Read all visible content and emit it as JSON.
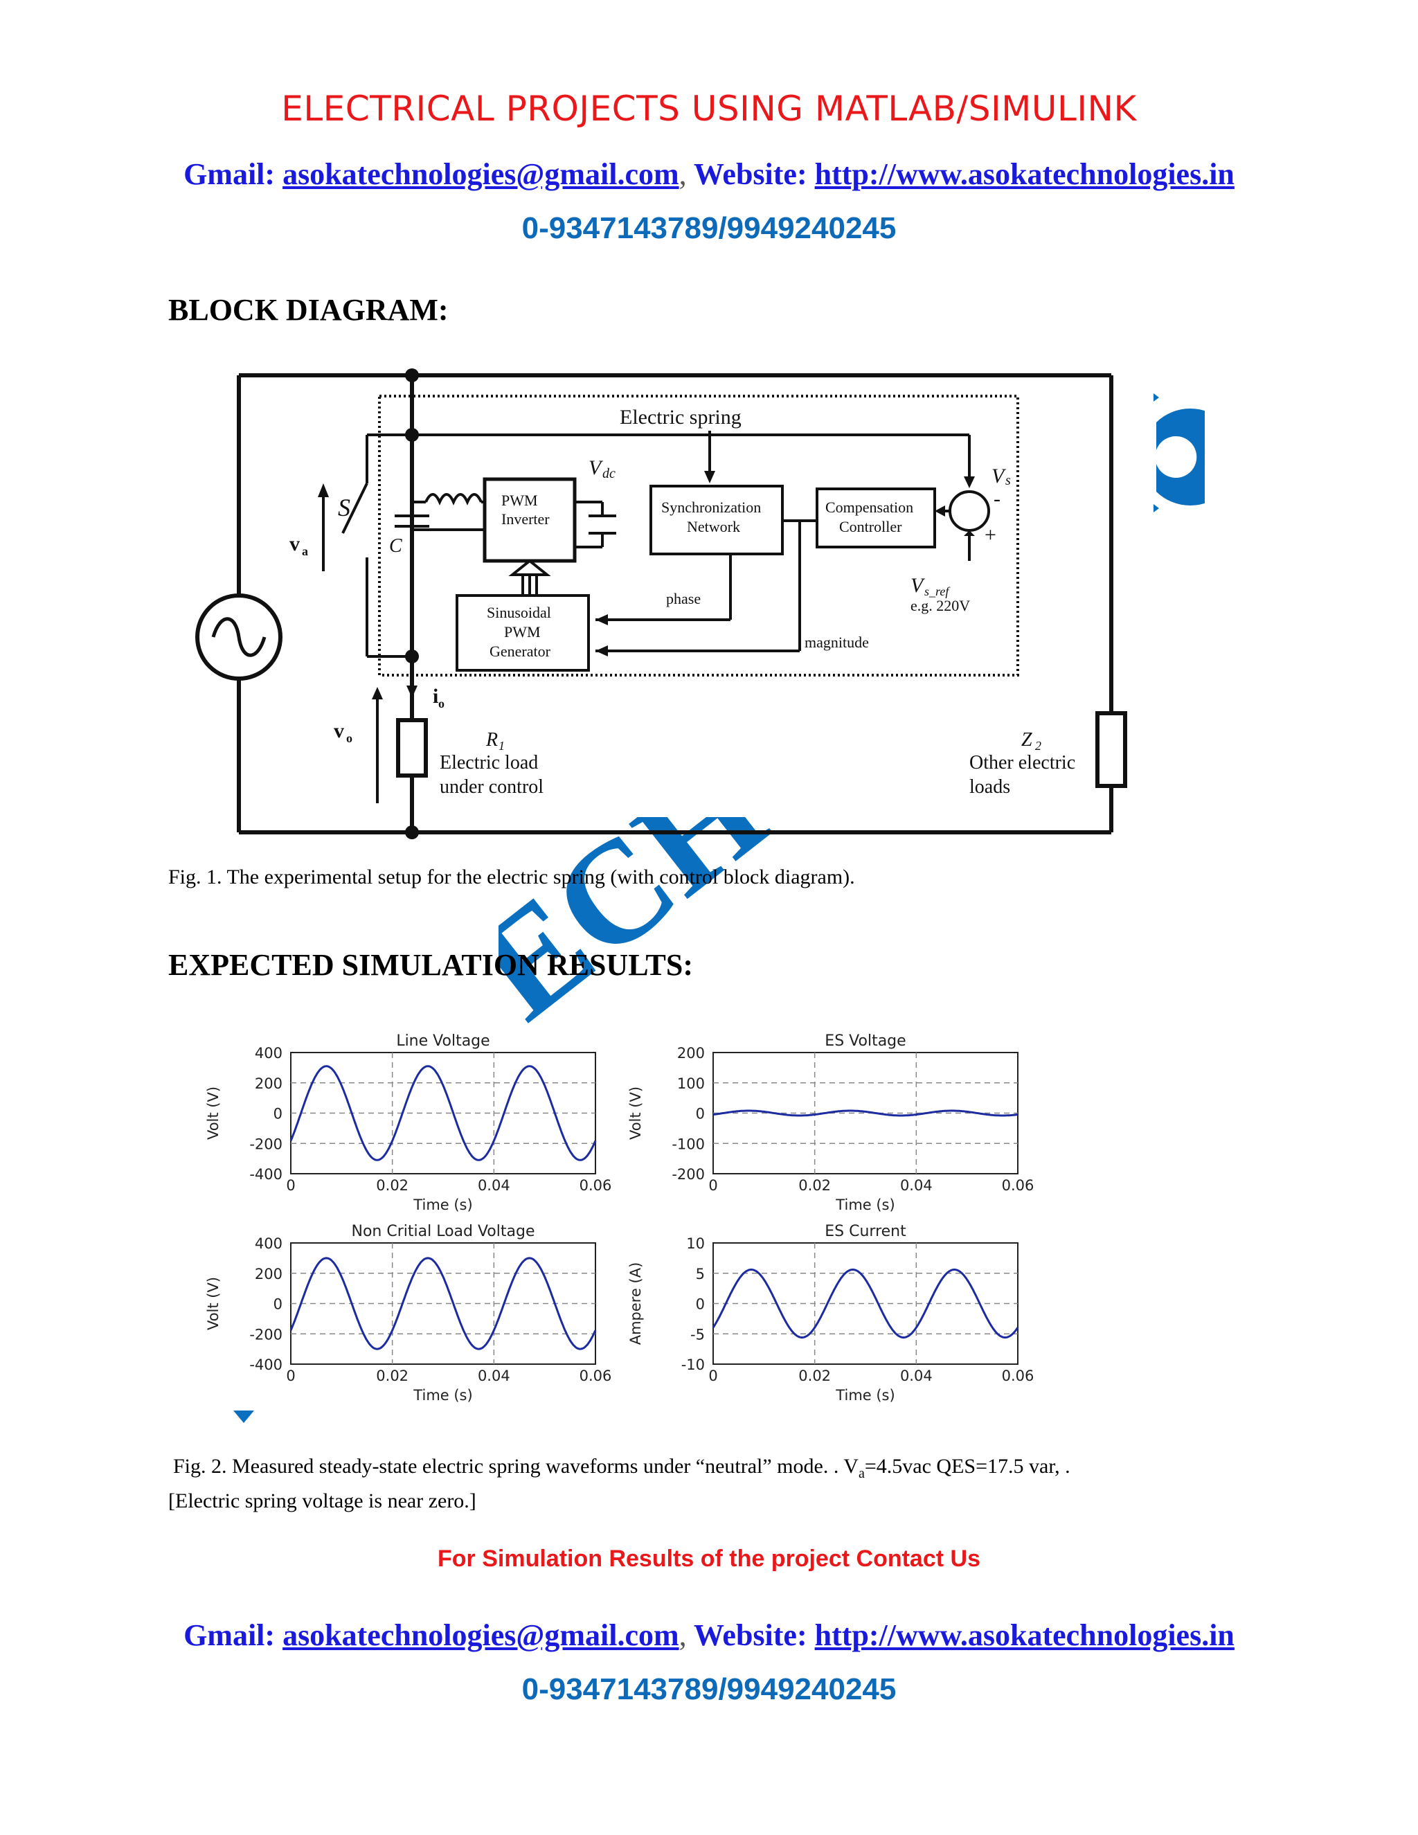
{
  "header": {
    "title": "ELECTRICAL PROJECTS USING MATLAB/SIMULINK",
    "gmail_label": "Gmail:",
    "gmail": "asokatechnologies@gmail.com",
    "comma": ",",
    "website_label": "Website:",
    "website": "http://www.asokatechnologies.in",
    "phone": "0-9347143789/9949240245"
  },
  "block_diagram": {
    "heading": "BLOCK DIAGRAM:",
    "labels": {
      "electric_spring": "Electric spring",
      "vdc": "V",
      "vdc_sub": "dc",
      "vs": "V",
      "vs_sub": "s",
      "s": "S",
      "c": "C",
      "va": "v",
      "va_sub": "a",
      "pwm_inverter_1": "PWM",
      "pwm_inverter_2": "Inverter",
      "sync_1": "Synchronization",
      "sync_2": "Network",
      "comp_1": "Compensation",
      "comp_2": "Controller",
      "minus": "-",
      "plus": "+",
      "vsref": "V",
      "vsref_sub": "s_ref",
      "eg": "e.g. 220V",
      "phase": "phase",
      "magnitude": "magnitude",
      "sin_1": "Sinusoidal",
      "sin_2": "PWM",
      "sin_3": "Generator",
      "io": "i",
      "io_sub": "o",
      "vo": "v",
      "vo_sub": "o",
      "r1": "R",
      "r1_sub": "1",
      "load_1": "Electric load",
      "load_2": "under control",
      "z2": "Z",
      "z2_sub": "2",
      "other_1": "Other electric",
      "other_2": "loads"
    },
    "caption": "Fig. 1. The experimental setup for the electric spring (with control block diagram)."
  },
  "results": {
    "heading": "EXPECTED SIMULATION RESULTS:",
    "caption_part1": "Fig. 2. Measured steady-state electric spring waveforms under “neutral” mode. . V",
    "caption_sub": "a",
    "caption_part2": "=4.5vac QES=17.5 var, .",
    "caption_line2": "[Electric spring voltage is near zero.]"
  },
  "chart_data": [
    {
      "type": "line",
      "title": "Line Voltage",
      "xlabel": "Time (s)",
      "ylabel": "Volt (V)",
      "xlim": [
        0,
        0.06
      ],
      "ylim": [
        -400,
        400
      ],
      "xticks": [
        "0",
        "0.02",
        "0.04",
        "0.06"
      ],
      "yticks": [
        "400",
        "200",
        "0",
        "-200",
        "-400"
      ],
      "grid": true,
      "series": [
        {
          "waveform": "sine",
          "amplitude": 310,
          "frequency_hz": 50,
          "phase_deg": -36,
          "color": "#1c2ca0"
        }
      ]
    },
    {
      "type": "line",
      "title": "ES Voltage",
      "xlabel": "Time (s)",
      "ylabel": "Volt (V)",
      "xlim": [
        0,
        0.06
      ],
      "ylim": [
        -200,
        200
      ],
      "xticks": [
        "0",
        "0.02",
        "0.04",
        "0.06"
      ],
      "yticks": [
        "200",
        "100",
        "0",
        "-100",
        "-200"
      ],
      "grid": true,
      "series": [
        {
          "waveform": "sine",
          "amplitude": 8,
          "frequency_hz": 50,
          "phase_deg": -36,
          "color": "#1c2ca0"
        }
      ]
    },
    {
      "type": "line",
      "title": "Non Critial Load Voltage",
      "xlabel": "Time (s)",
      "ylabel": "Volt (V)",
      "xlim": [
        0,
        0.06
      ],
      "ylim": [
        -400,
        400
      ],
      "xticks": [
        "0",
        "0.02",
        "0.04",
        "0.06"
      ],
      "yticks": [
        "400",
        "200",
        "0",
        "-200",
        "-400"
      ],
      "grid": true,
      "series": [
        {
          "waveform": "sine",
          "amplitude": 300,
          "frequency_hz": 50,
          "phase_deg": -36,
          "color": "#1c2ca0"
        }
      ]
    },
    {
      "type": "line",
      "title": "ES Current",
      "xlabel": "Time (s)",
      "ylabel": "Ampere (A)",
      "xlim": [
        0,
        0.06
      ],
      "ylim": [
        -10,
        10
      ],
      "xticks": [
        "0",
        "0.02",
        "0.04",
        "0.06"
      ],
      "yticks": [
        "10",
        "5",
        "0",
        "-5",
        "-10"
      ],
      "grid": true,
      "series": [
        {
          "waveform": "sine",
          "amplitude": 5.6,
          "frequency_hz": 50,
          "phase_deg": -45,
          "color": "#1c2ca0"
        }
      ]
    }
  ],
  "footer": {
    "contact": "For Simulation Results of the project Contact Us",
    "gmail_label": "Gmail:",
    "gmail": "asokatechnologies@gmail.com",
    "comma": ",",
    "website_label": "Website:",
    "website": "http://www.asokatechnologies.in",
    "phone": "0-9347143789/9949240245"
  },
  "colors": {
    "title_red": "#e8181b",
    "link_blue": "#1a1adc",
    "phone_blue": "#0c6ab8",
    "watermark_blue": "#0b6fc0",
    "trace_blue": "#1c2ca0"
  },
  "watermark": "ECH"
}
